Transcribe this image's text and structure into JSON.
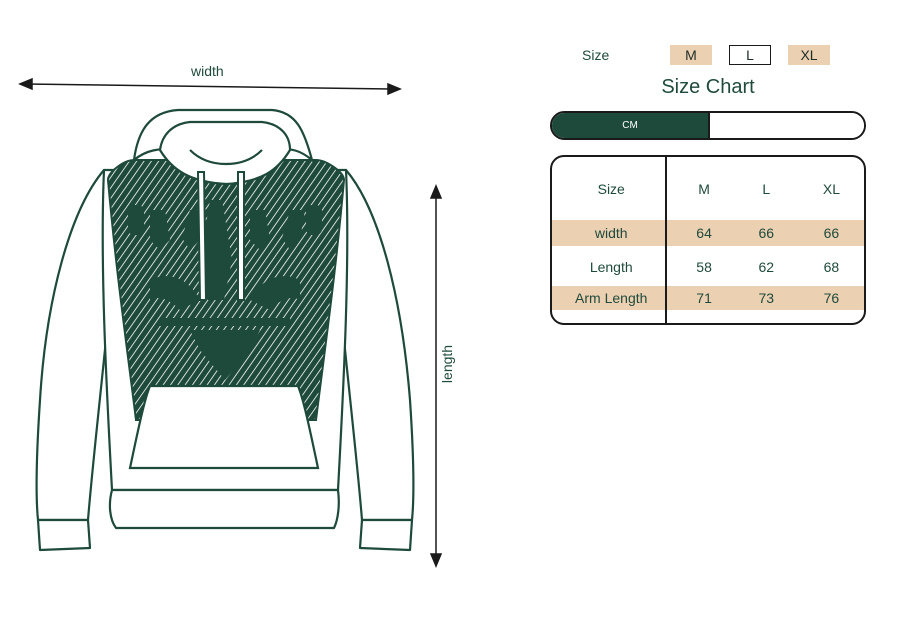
{
  "diagram": {
    "width_label": "width",
    "length_label": "length"
  },
  "size_selector": {
    "label": "Size",
    "options": [
      "M",
      "L",
      "XL"
    ],
    "selected": "L"
  },
  "chart_title": "Size Chart",
  "unit_toggle": {
    "active": "CM"
  },
  "size_table": {
    "headers": [
      "Size",
      "M",
      "L",
      "XL"
    ],
    "rows": [
      {
        "label": "width",
        "values": [
          "64",
          "66",
          "66"
        ]
      },
      {
        "label": "Length",
        "values": [
          "58",
          "62",
          "68"
        ]
      },
      {
        "label": "Arm Length",
        "values": [
          "71",
          "73",
          "76"
        ]
      }
    ]
  },
  "colors": {
    "brand_green": "#1e4a3b",
    "accent_beige": "#ecd0b2",
    "outline": "#1a1a1a"
  }
}
